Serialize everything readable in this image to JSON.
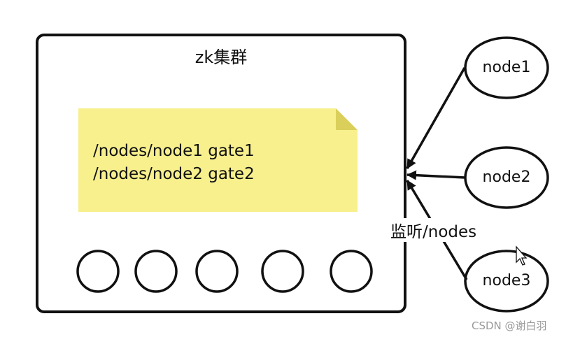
{
  "cluster": {
    "title": "zk集群",
    "server_count": 5
  },
  "note": {
    "lines": [
      "/nodes/node1 gate1",
      "/nodes/node2 gate2"
    ],
    "fill_color": "#f7f08d",
    "fold_color": "#d9cf5a"
  },
  "nodes": [
    {
      "label": "node1"
    },
    {
      "label": "node2"
    },
    {
      "label": "node3"
    }
  ],
  "watch_label": "监听/nodes",
  "cursor_icon": "mouse-pointer-icon",
  "watermark": "CSDN @谢白羽",
  "colors": {
    "stroke": "#111111",
    "background": "#ffffff"
  }
}
